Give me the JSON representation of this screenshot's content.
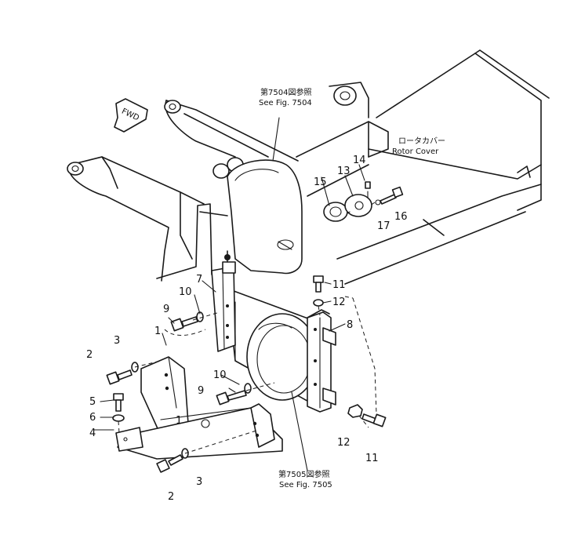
{
  "callouts": {
    "n1": "1",
    "n1b": "1",
    "n2": "2",
    "n2b": "2",
    "n3": "3",
    "n3b": "3",
    "n4": "4",
    "n5": "5",
    "n6": "6",
    "n7": "7",
    "n8": "8",
    "n9": "9",
    "n9b": "9",
    "n10": "10",
    "n10b": "10",
    "n11": "11",
    "n11b": "11",
    "n12": "12",
    "n12b": "12",
    "n13": "13",
    "n14": "14",
    "n15": "15",
    "n16": "16",
    "n17": "17"
  },
  "references": {
    "fig7504_jp": "第7504図参照",
    "fig7504_en": "See Fig. 7504",
    "fig7505_jp": "第7505図参照",
    "fig7505_en": "See Fig. 7505",
    "rotor_jp": "ロータカバー",
    "rotor_en": "Rotor Cover"
  },
  "fwd_label": "FWD"
}
